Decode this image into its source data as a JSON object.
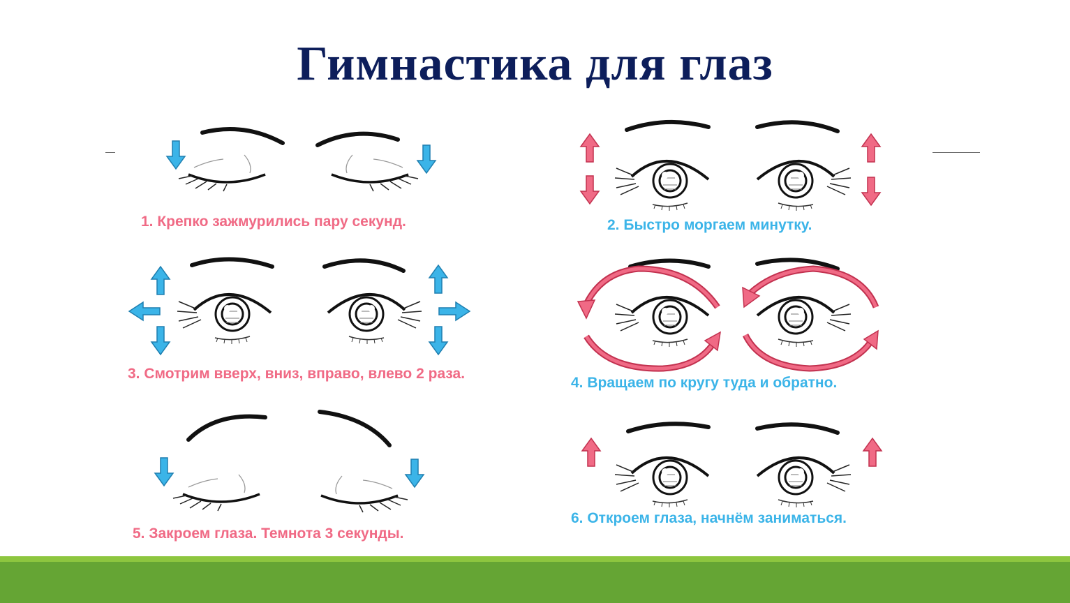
{
  "slide": {
    "title": "Гимнастика для глаз"
  },
  "exercises": [
    {
      "label": "1. Крепко зажмурились пару секунд.",
      "color": "#f06a85"
    },
    {
      "label": "2. Быстро моргаем минутку.",
      "color": "#3bb4e8"
    },
    {
      "label": "3. Смотрим вверх, вниз, вправо, влево 2 раза.",
      "color": "#f06a85"
    },
    {
      "label": "4. Вращаем по кругу туда и обратно.",
      "color": "#3bb4e8"
    },
    {
      "label": "5. Закроем глаза. Темнота 3 секунды.",
      "color": "#f06a85"
    },
    {
      "label": "6. Откроем глаза, начнём заниматься.",
      "color": "#3bb4e8"
    }
  ],
  "colors": {
    "title": "#0d1e5b",
    "arrow_blue": "#3bb4e8",
    "arrow_red": "#f06a85",
    "footer_light": "#8dc63f",
    "footer_dark": "#65a534"
  },
  "icons": [
    "eyebrow",
    "closed-eye",
    "open-eye",
    "arrow-up-icon",
    "arrow-down-icon",
    "arrow-left-icon",
    "arrow-right-icon",
    "rotate-arrow-icon"
  ]
}
